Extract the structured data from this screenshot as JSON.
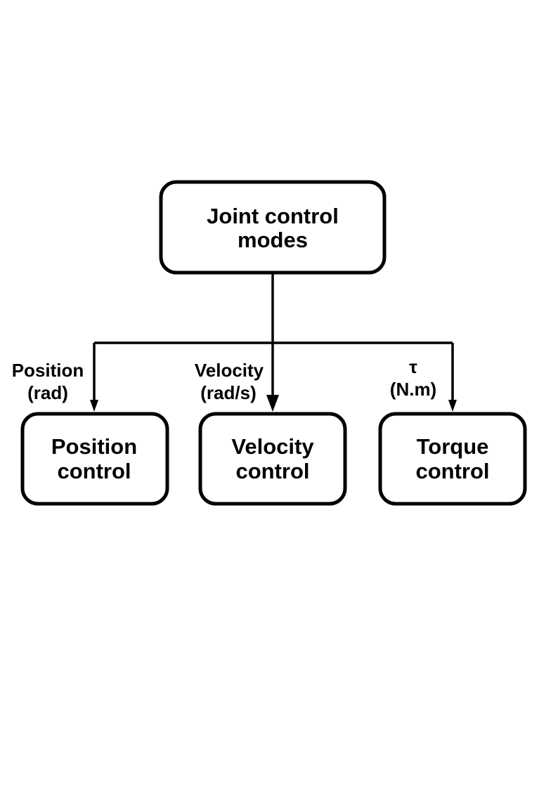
{
  "diagram": {
    "root": {
      "line1": "Joint control",
      "line2": "modes"
    },
    "children": [
      {
        "line1": "Position",
        "line2": "control",
        "edge_line1": "Position",
        "edge_line2": "(rad)"
      },
      {
        "line1": "Velocity",
        "line2": "control",
        "edge_line1": "Velocity",
        "edge_line2": "(rad/s)"
      },
      {
        "line1": "Torque",
        "line2": "control",
        "edge_line1": "τ",
        "edge_line2": "(N.m)"
      }
    ]
  },
  "colors": {
    "stroke": "#000000",
    "fill": "#ffffff"
  }
}
